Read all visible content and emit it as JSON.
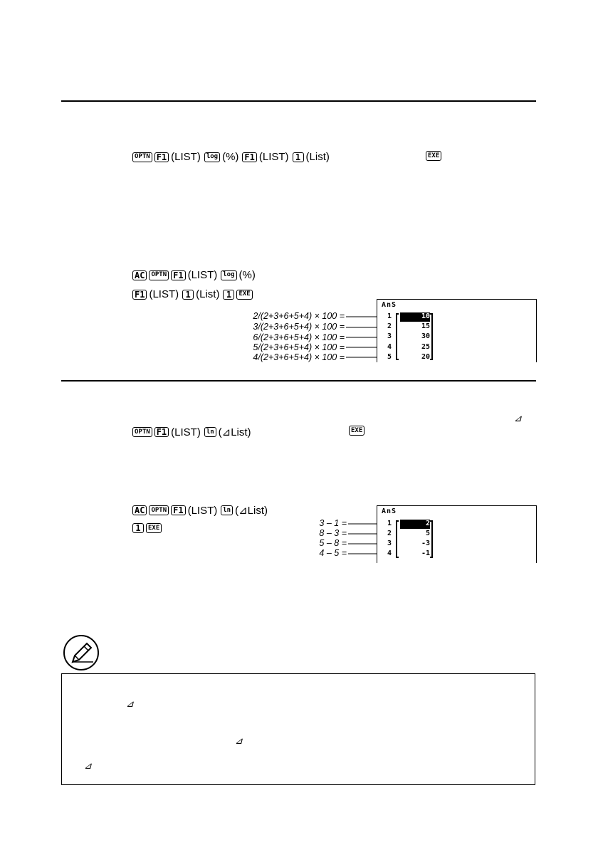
{
  "section1": {
    "line1": {
      "keys": [
        "OPTN",
        "F1",
        "log",
        "F1",
        "1",
        "EXE"
      ],
      "labels": [
        "(LIST)",
        "(%)",
        "(LIST)",
        "(List)"
      ]
    },
    "line2": {
      "keys": [
        "AC",
        "OPTN",
        "F1",
        "log"
      ],
      "labels": [
        "(LIST)",
        "(%)"
      ]
    },
    "line3": {
      "keys": [
        "F1",
        "1",
        "1",
        "EXE"
      ],
      "labels": [
        "(LIST)",
        "(List)"
      ]
    },
    "screen": {
      "title": "AnS",
      "rows": [
        {
          "idx": "1",
          "value": "10"
        },
        {
          "idx": "2",
          "value": "15"
        },
        {
          "idx": "3",
          "value": "30"
        },
        {
          "idx": "4",
          "value": "25"
        },
        {
          "idx": "5",
          "value": "20"
        }
      ]
    },
    "annotations": [
      "2/(2+3+6+5+4) × 100 =",
      "3/(2+3+6+5+4) × 100 =",
      "6/(2+3+6+5+4) × 100 =",
      "5/(2+3+6+5+4) × 100 =",
      "4/(2+3+6+5+4) × 100 ="
    ]
  },
  "section2": {
    "delta_symbol": "⊿",
    "line1": {
      "keys": [
        "OPTN",
        "F1",
        "ln",
        "EXE"
      ],
      "labels": [
        "(LIST)",
        "(⊿List)"
      ]
    },
    "line2": {
      "keys": [
        "AC",
        "OPTN",
        "F1",
        "ln"
      ],
      "labels": [
        "(LIST)",
        "(⊿List)"
      ]
    },
    "line3": {
      "keys": [
        "1",
        "EXE"
      ]
    },
    "screen": {
      "title": "AnS",
      "rows": [
        {
          "idx": "1",
          "value": "2"
        },
        {
          "idx": "2",
          "value": "5"
        },
        {
          "idx": "3",
          "value": "-3"
        },
        {
          "idx": "4",
          "value": "-1"
        }
      ]
    },
    "annotations": [
      "3 – 1 =",
      "8 – 3 =",
      "5 – 8 =",
      "4 – 5 ="
    ]
  },
  "note": {
    "delta_marks": [
      "⊿",
      "⊿",
      "⊿"
    ]
  }
}
